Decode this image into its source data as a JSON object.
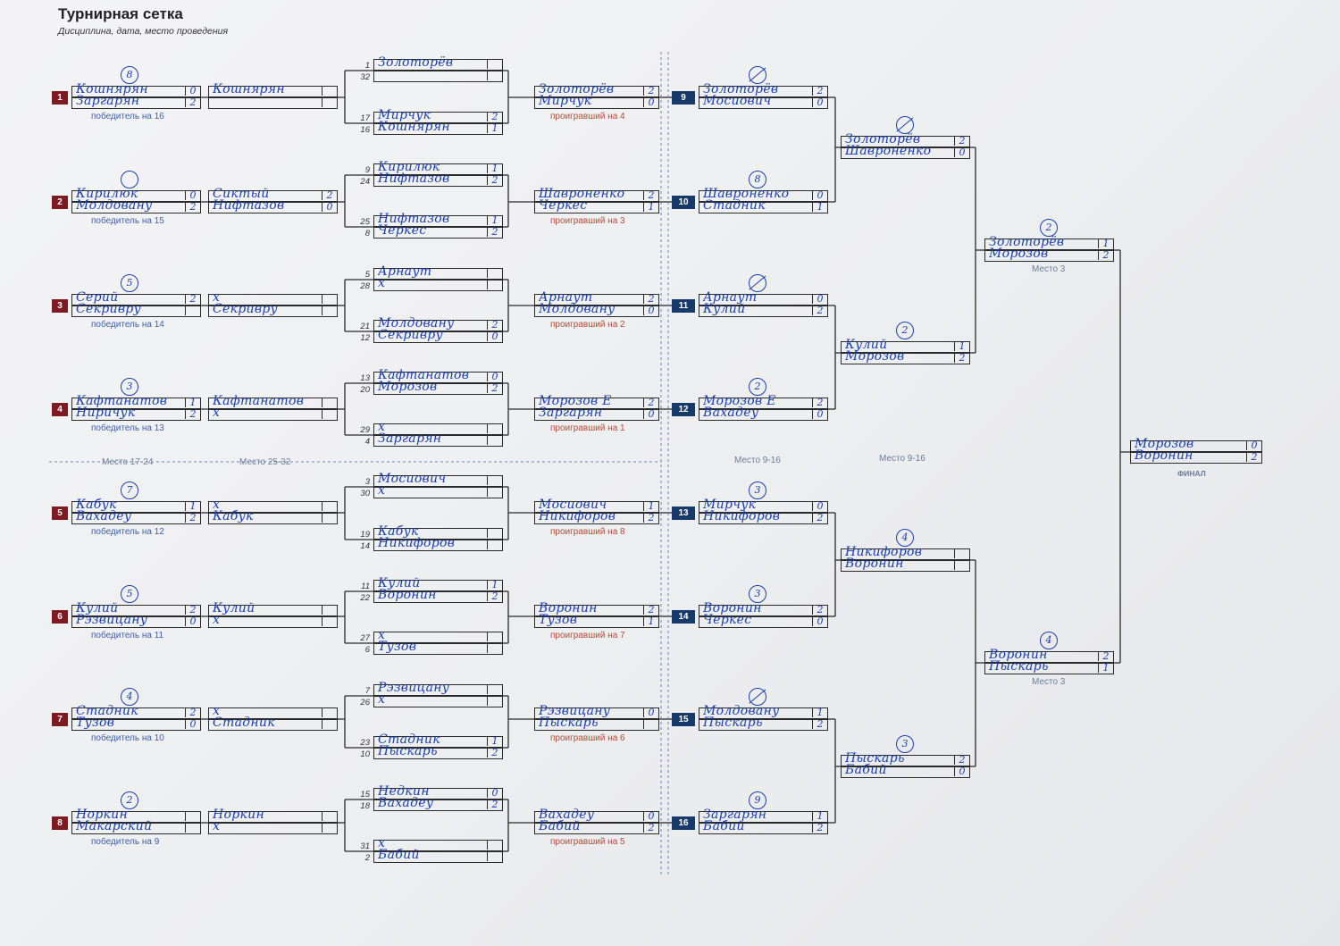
{
  "header": {
    "title": "Турнирная сетка",
    "subtitle": "Дисциплина, дата, место проведения"
  },
  "sections": {
    "place_17_24": "Место 17-24",
    "place_25_32": "Место 25-32",
    "place_9_16_a": "Место 9-16",
    "place_9_16_b": "Место 9-16",
    "place_3_a": "Место 3",
    "place_3_b": "Место 3",
    "final": "ФИНАЛ"
  },
  "losers_bracket_r1": [
    {
      "seed": "1",
      "p1": "Кошнярян",
      "s1": "0",
      "p2": "Заргарян",
      "s2": "2",
      "note": "победитель на 16",
      "mark": "8"
    },
    {
      "seed": "2",
      "p1": "Кирилюк",
      "s1": "0",
      "p2": "Молдовану",
      "s2": "2",
      "note": "победитель на 15",
      "mark": ""
    },
    {
      "seed": "3",
      "p1": "Серий",
      "s1": "2",
      "p2": "Секривру",
      "s2": "",
      "note": "победитель на 14",
      "mark": "5"
    },
    {
      "seed": "4",
      "p1": "Кафтанатов",
      "s1": "1",
      "p2": "Ниричук",
      "s2": "2",
      "note": "победитель на 13",
      "mark": "3"
    },
    {
      "seed": "5",
      "p1": "Кабук",
      "s1": "1",
      "p2": "Вахадеу",
      "s2": "2",
      "note": "победитель на 12",
      "mark": "7"
    },
    {
      "seed": "6",
      "p1": "Кулий",
      "s1": "2",
      "p2": "Рэзвицану",
      "s2": "0",
      "note": "победитель на 11",
      "mark": "5"
    },
    {
      "seed": "7",
      "p1": "Стадник",
      "s1": "2",
      "p2": "Тузов",
      "s2": "0",
      "note": "победитель на 10",
      "mark": "4"
    },
    {
      "seed": "8",
      "p1": "Норкин",
      "s1": "",
      "p2": "Макарский",
      "s2": "",
      "note": "победитель на 9",
      "mark": "2"
    }
  ],
  "losers_bracket_r2": [
    {
      "p1": "Кошнярян",
      "s1": "",
      "p2": "",
      "s2": ""
    },
    {
      "p1": "Сиктый",
      "s1": "2",
      "p2": "Нифтазов",
      "s2": "0"
    },
    {
      "p1": "х",
      "s1": "",
      "p2": "Секривру",
      "s2": ""
    },
    {
      "p1": "Кафтанатов",
      "s1": "",
      "p2": "х",
      "s2": ""
    },
    {
      "p1": "х",
      "s1": "",
      "p2": "Кабук",
      "s2": ""
    },
    {
      "p1": "Кулий",
      "s1": "",
      "p2": "х",
      "s2": ""
    },
    {
      "p1": "х",
      "s1": "",
      "p2": "Стадник",
      "s2": ""
    },
    {
      "p1": "Норкин",
      "s1": "",
      "p2": "х",
      "s2": ""
    }
  ],
  "main_r1": [
    {
      "a": "1",
      "b": "32",
      "p1": "Золоторёв",
      "s1": "",
      "p2": "",
      "s2": ""
    },
    {
      "a": "17",
      "b": "16",
      "p1": "Мирчук",
      "s1": "2",
      "p2": "Кошнярян",
      "s2": "1"
    },
    {
      "a": "9",
      "b": "24",
      "p1": "Кирилюк",
      "s1": "1",
      "p2": "Нифтазов",
      "s2": "2"
    },
    {
      "a": "25",
      "b": "8",
      "p1": "Нифтазов",
      "s1": "1",
      "p2": "Черкес",
      "s2": "2"
    },
    {
      "a": "5",
      "b": "28",
      "p1": "Арнаут",
      "s1": "",
      "p2": "х",
      "s2": ""
    },
    {
      "a": "21",
      "b": "12",
      "p1": "Молдовану",
      "s1": "2",
      "p2": "Секривру",
      "s2": "0"
    },
    {
      "a": "13",
      "b": "20",
      "p1": "Кафтанатов",
      "s1": "0",
      "p2": "Морозов",
      "s2": "2"
    },
    {
      "a": "29",
      "b": "4",
      "p1": "х",
      "s1": "",
      "p2": "Заргарян",
      "s2": ""
    },
    {
      "a": "3",
      "b": "30",
      "p1": "Мосиович",
      "s1": "",
      "p2": "х",
      "s2": ""
    },
    {
      "a": "19",
      "b": "14",
      "p1": "Кабук",
      "s1": "",
      "p2": "Никифоров",
      "s2": ""
    },
    {
      "a": "11",
      "b": "22",
      "p1": "Кулий",
      "s1": "1",
      "p2": "Воронин",
      "s2": "2"
    },
    {
      "a": "27",
      "b": "6",
      "p1": "х",
      "s1": "",
      "p2": "Тузов",
      "s2": ""
    },
    {
      "a": "7",
      "b": "26",
      "p1": "Рэзвицану",
      "s1": "",
      "p2": "х",
      "s2": ""
    },
    {
      "a": "23",
      "b": "10",
      "p1": "Стадник",
      "s1": "1",
      "p2": "Пыскарь",
      "s2": "2"
    },
    {
      "a": "15",
      "b": "18",
      "p1": "Недкин",
      "s1": "0",
      "p2": "Вахадеу",
      "s2": "2"
    },
    {
      "a": "31",
      "b": "2",
      "p1": "х",
      "s1": "",
      "p2": "Бабий",
      "s2": ""
    }
  ],
  "main_r2": [
    {
      "p1": "Золоторёв",
      "s1": "2",
      "p2": "Мирчук",
      "s2": "0",
      "note": "проигравший на 4"
    },
    {
      "p1": "Шавроненко",
      "s1": "2",
      "p2": "Черкес",
      "s2": "1",
      "note": "проигравший на 3"
    },
    {
      "p1": "Арнаут",
      "s1": "2",
      "p2": "Молдовану",
      "s2": "0",
      "note": "проигравший на 2"
    },
    {
      "p1": "Морозов Е",
      "s1": "2",
      "p2": "Заргарян",
      "s2": "0",
      "note": "проигравший на 1"
    },
    {
      "p1": "Мосиович",
      "s1": "1",
      "p2": "Никифоров",
      "s2": "2",
      "note": "проигравший на 8"
    },
    {
      "p1": "Воронин",
      "s1": "2",
      "p2": "Тузов",
      "s2": "1",
      "note": "проигравший на 7"
    },
    {
      "p1": "Рэзвицану",
      "s1": "0",
      "p2": "Пыскарь",
      "s2": "",
      "note": "проигравший на 6"
    },
    {
      "p1": "Вахадеу",
      "s1": "0",
      "p2": "Бабий",
      "s2": "2",
      "note": "проигравший на 5"
    }
  ],
  "main_r3": [
    {
      "seed": "9",
      "p1": "Золоторёв",
      "s1": "2",
      "p2": "Мосиович",
      "s2": "0",
      "mark": "Х"
    },
    {
      "seed": "10",
      "p1": "Шавроненко",
      "s1": "0",
      "p2": "Стадник",
      "s2": "1",
      "mark": "8"
    },
    {
      "seed": "11",
      "p1": "Арнаут",
      "s1": "0",
      "p2": "Кулий",
      "s2": "2",
      "mark": "Х"
    },
    {
      "seed": "12",
      "p1": "Морозов Е",
      "s1": "2",
      "p2": "Вахадеу",
      "s2": "0",
      "mark": "2"
    },
    {
      "seed": "13",
      "p1": "Мирчук",
      "s1": "0",
      "p2": "Никифоров",
      "s2": "2",
      "mark": "3"
    },
    {
      "seed": "14",
      "p1": "Воронин",
      "s1": "2",
      "p2": "Черкес",
      "s2": "0",
      "mark": "3"
    },
    {
      "seed": "15",
      "p1": "Молдовану",
      "s1": "1",
      "p2": "Пыскарь",
      "s2": "2",
      "mark": "Х"
    },
    {
      "seed": "16",
      "p1": "Заргарян",
      "s1": "1",
      "p2": "Бабий",
      "s2": "2",
      "mark": "9"
    }
  ],
  "main_r4": [
    {
      "p1": "Золоторёв",
      "s1": "2",
      "p2": "Шавроненко",
      "s2": "0",
      "mark": "Х"
    },
    {
      "p1": "Кулий",
      "s1": "1",
      "p2": "Морозов",
      "s2": "2",
      "mark": "2"
    },
    {
      "p1": "Никифоров",
      "s1": "",
      "p2": "Воронин",
      "s2": "",
      "mark": "4"
    },
    {
      "p1": "Пыскарь",
      "s1": "2",
      "p2": "Бабий",
      "s2": "0",
      "mark": "3"
    }
  ],
  "main_r5": [
    {
      "p1": "Золоторёв",
      "s1": "1",
      "p2": "Морозов",
      "s2": "2",
      "mark": "2"
    },
    {
      "p1": "Воронин",
      "s1": "2",
      "p2": "Пыскарь",
      "s2": "1",
      "mark": "4"
    }
  ],
  "final_match": {
    "p1": "Морозов",
    "s1": "0",
    "p2": "Воронин",
    "s2": "2"
  }
}
